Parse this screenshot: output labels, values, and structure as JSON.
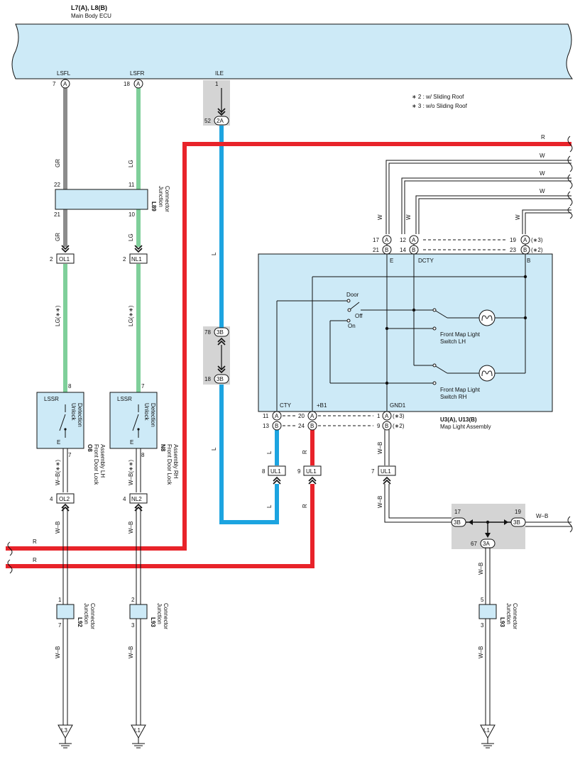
{
  "ecu": {
    "name": "L7(A), L8(B)",
    "desc": "Main Body ECU",
    "pin_lsfl": "LSFL",
    "pin_lsfr": "LSFR",
    "pin_ile": "ILE",
    "num_lsfl": "7",
    "num_lsfr": "18",
    "num_ile": "1",
    "conn_a": "A"
  },
  "notes": {
    "n2": "∗ 2 : w/ Sliding Roof",
    "n3": "∗ 3 : w/o Sliding Roof"
  },
  "colors": {
    "ecu_fill": "#cdeaf7",
    "box_fill": "#cdeaf7",
    "red": "#e8232a",
    "blue": "#1ca4e0",
    "green": "#7fcf9a",
    "gray_wire": "#8c8c8c",
    "shade": "#d4d4d4"
  },
  "wires": {
    "gr": "GR",
    "lg": "LG",
    "lg_star": "LG(∗∗)",
    "l": "L",
    "r": "R",
    "w": "W",
    "wb": "W–B",
    "wb_star": "W–B(∗∗)"
  },
  "l89": {
    "code": "L89",
    "name1": "Junction",
    "name2": "Connector",
    "p22": "22",
    "p11": "11",
    "p21": "21",
    "p10": "10"
  },
  "ile_conn": {
    "p52": "52",
    "c2a": "2A"
  },
  "ol1": {
    "num": "2",
    "label": "OL1"
  },
  "nl1": {
    "num": "2",
    "label": "NL1"
  },
  "shade3b": {
    "p78": "78",
    "p18": "18",
    "c3b": "3B"
  },
  "o8": {
    "code": "O8",
    "name1": "Front Door Lock",
    "name2": "Assembly LH",
    "pin_top": "8",
    "pin_bot": "7",
    "lssr": "LSSR",
    "e": "E",
    "func1": "Unlock",
    "func2": "Detection"
  },
  "n8": {
    "code": "N8",
    "name1": "Front Door Lock",
    "name2": "Assembly RH",
    "pin_top": "7",
    "pin_bot": "8",
    "lssr": "LSSR",
    "e": "E",
    "func1": "Unlock",
    "func2": "Detection"
  },
  "ol2": {
    "num": "4",
    "label": "OL2"
  },
  "nl2": {
    "num": "4",
    "label": "NL2"
  },
  "l92": {
    "code": "L92",
    "name1": "Junction",
    "name2": "Connector",
    "p1": "1",
    "p7": "7"
  },
  "l93a": {
    "code": "L93",
    "name1": "Junction",
    "name2": "Connector",
    "p2": "2",
    "p3": "3"
  },
  "l93b": {
    "code": "L93",
    "name1": "Junction",
    "name2": "Connector",
    "p5": "5",
    "p3": "3"
  },
  "grounds": {
    "g1": "L3",
    "g2": "L1",
    "g3": "L1"
  },
  "map": {
    "code": "U3(A), U13(B)",
    "name": "Map Light Assembly",
    "e": "E",
    "dcty": "DCTY",
    "b": "B",
    "cty": "CTY",
    "b1": "+B1",
    "gnd1": "GND1",
    "door": "Door",
    "off": "Off",
    "on": "On",
    "sw_lh1": "Front Map Light",
    "sw_lh2": "Switch LH",
    "sw_rh1": "Front Map Light",
    "sw_rh2": "Switch RH",
    "top_p17": "17",
    "top_p21": "21",
    "top_p12": "12",
    "top_p14": "14",
    "top_p19": "19",
    "top_p23": "23",
    "top_note3": "(∗3)",
    "top_note2": "(∗2)",
    "bot_p11": "11",
    "bot_p13": "13",
    "bot_p20": "20",
    "bot_p24": "24",
    "bot_p1": "1",
    "bot_p9": "9",
    "bot_note3": "(∗3)",
    "bot_note2": "(∗2)",
    "ca": "A",
    "cb": "B"
  },
  "ul1": {
    "p8": "8",
    "p9": "9",
    "p7": "7",
    "label": "UL1"
  },
  "splice": {
    "p17": "17",
    "p19": "19",
    "p67": "67",
    "c3b": "3B",
    "c3a": "3A"
  }
}
